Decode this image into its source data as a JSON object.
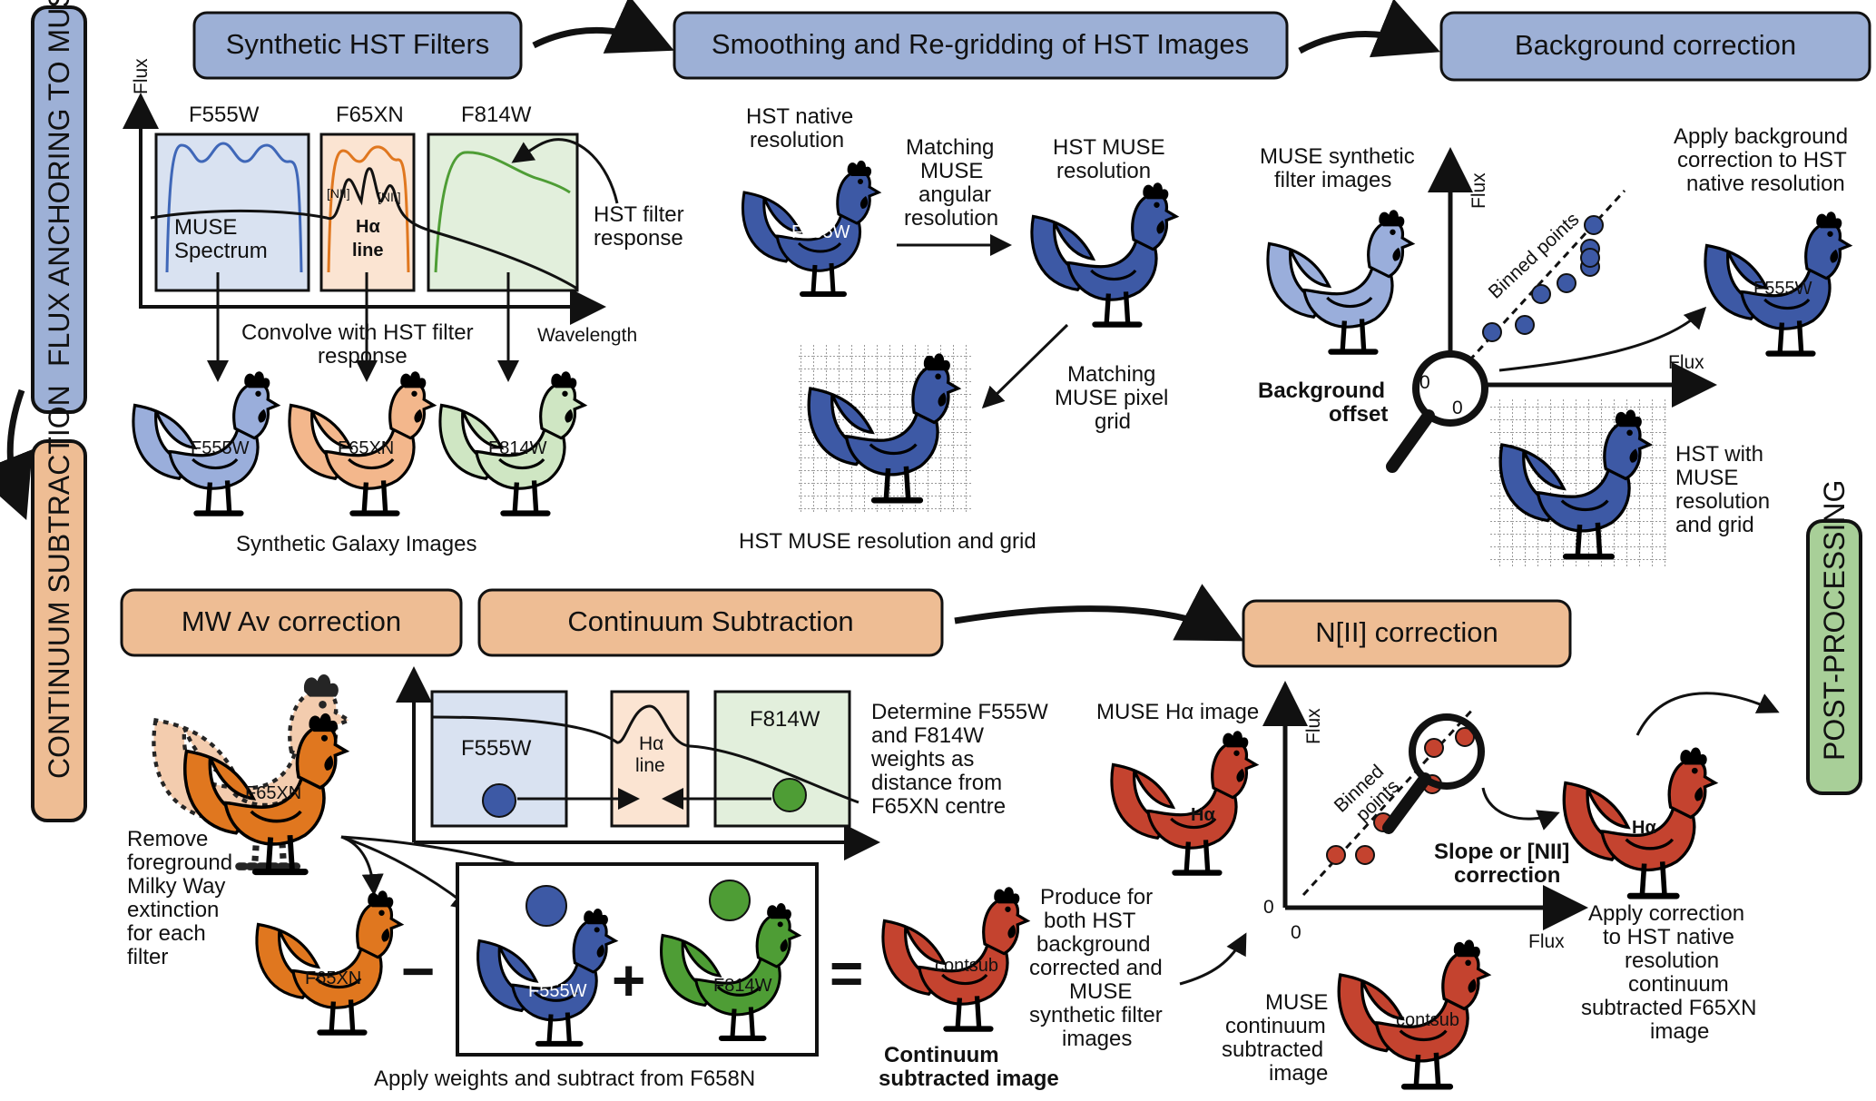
{
  "sections": {
    "flux_anchoring": "FLUX ANCHORING TO MUSE",
    "continuum_subtraction": "CONTINUUM SUBTRACTION",
    "post_processing": "POST-PROCESSING"
  },
  "steps": {
    "synthetic_filters": "Synthetic HST Filters",
    "smoothing": "Smoothing and Re-gridding of HST Images",
    "background": "Background correction",
    "mw_av": "MW Av correction",
    "continuum_sub": "Continuum Subtraction",
    "nii": "N[II] correction"
  },
  "filters_panel": {
    "flux_axis": "Flux",
    "wavelength_axis": "Wavelength",
    "f555w": "F555W",
    "f65xn": "F65XN",
    "f814w": "F814W",
    "muse_spectrum_1": "MUSE",
    "muse_spectrum_2": "Spectrum",
    "nii_left": "[NII]",
    "nii_right": "[NII]",
    "ha_1": "Hα",
    "ha_2": "line",
    "hst_response_1": "HST filter",
    "hst_response_2": "response",
    "convolve_1": "Convolve with HST filter",
    "convolve_2": "response",
    "galaxy_caption": "Synthetic Galaxy Images",
    "rooster_blue": "F555W",
    "rooster_orange": "F65XN",
    "rooster_green": "F814W"
  },
  "smoothing_panel": {
    "native_1": "HST native",
    "native_2": "resolution",
    "native_rooster": "F555W",
    "matching_1": "Matching",
    "matching_2": "MUSE",
    "matching_3": "angular",
    "matching_4": "resolution",
    "hst_muse_1": "HST MUSE",
    "hst_muse_2": "resolution",
    "pixel_1": "Matching",
    "pixel_2": "MUSE pixel",
    "pixel_3": "grid",
    "grid_caption": "HST MUSE resolution and grid"
  },
  "background_panel": {
    "muse_synth_1": "MUSE synthetic",
    "muse_synth_2": "filter images",
    "flux_y": "Flux",
    "flux_x": "Flux",
    "binned": "Binned points",
    "zero_a": "0",
    "zero_b": "0",
    "offset_1": "Background",
    "offset_2": "offset",
    "apply_1": "Apply background",
    "apply_2": "correction to HST",
    "apply_3": "native resolution",
    "apply_rooster": "F555W",
    "hst_with_1": "HST with",
    "hst_with_2": "MUSE",
    "hst_with_3": "resolution",
    "hst_with_4": "and grid"
  },
  "mw_panel": {
    "rooster": "F65XN",
    "remove_1": "Remove",
    "remove_2": "foreground",
    "remove_3": "Milky Way",
    "remove_4": "extinction",
    "remove_5": "for each",
    "remove_6": "filter"
  },
  "continuum_panel": {
    "f555w": "F555W",
    "ha_1": "Hα",
    "ha_2": "line",
    "f814w": "F814W",
    "determine_1": "Determine F555W",
    "determine_2": "and F814W",
    "determine_3": "weights as",
    "determine_4": "distance from",
    "determine_5": "F65XN centre",
    "eq_orange": "F65XN",
    "eq_blue": "F555W",
    "eq_green": "F814W",
    "minus": "−",
    "plus": "+",
    "equals": "=",
    "result": "contsub",
    "apply_weights": "Apply weights and subtract from F658N",
    "produce_1": "Produce for",
    "produce_2": "both HST",
    "produce_3": "background",
    "produce_4": "corrected and",
    "produce_5": "MUSE",
    "produce_6": "synthetic filter",
    "produce_7": "images",
    "cs_caption_1": "Continuum",
    "cs_caption_2": "subtracted image"
  },
  "nii_panel": {
    "muse_ha": "MUSE Hα image",
    "ha_rooster": "Hα",
    "flux_y": "Flux",
    "flux_x": "Flux",
    "zero_y": "0",
    "zero_x": "0",
    "binned_1": "Binned",
    "binned_2": "points",
    "slope_1": "Slope or [NII]",
    "slope_2": "correction",
    "apply_1": "Apply correction",
    "apply_2": "to HST native",
    "apply_3": "resolution",
    "apply_4": "continuum",
    "apply_5": "subtracted F65XN",
    "apply_6": "image",
    "result_rooster": "Hα",
    "muse_cs_1": "MUSE",
    "muse_cs_2": "continuum",
    "muse_cs_3": "subtracted",
    "muse_cs_4": "image",
    "contsub_rooster": "contsub"
  },
  "colors": {
    "blue_box": "#9db0d6",
    "orange_box": "#eebd94",
    "green_box": "#a8cf98",
    "rooster_blue": "#3d59a5",
    "rooster_lightblue": "#9aaedb",
    "rooster_peach": "#f3b78c",
    "rooster_palegreen": "#cfe6c3",
    "rooster_orange": "#e0771f",
    "rooster_red": "#c4432f",
    "rooster_green": "#4e9d35"
  }
}
